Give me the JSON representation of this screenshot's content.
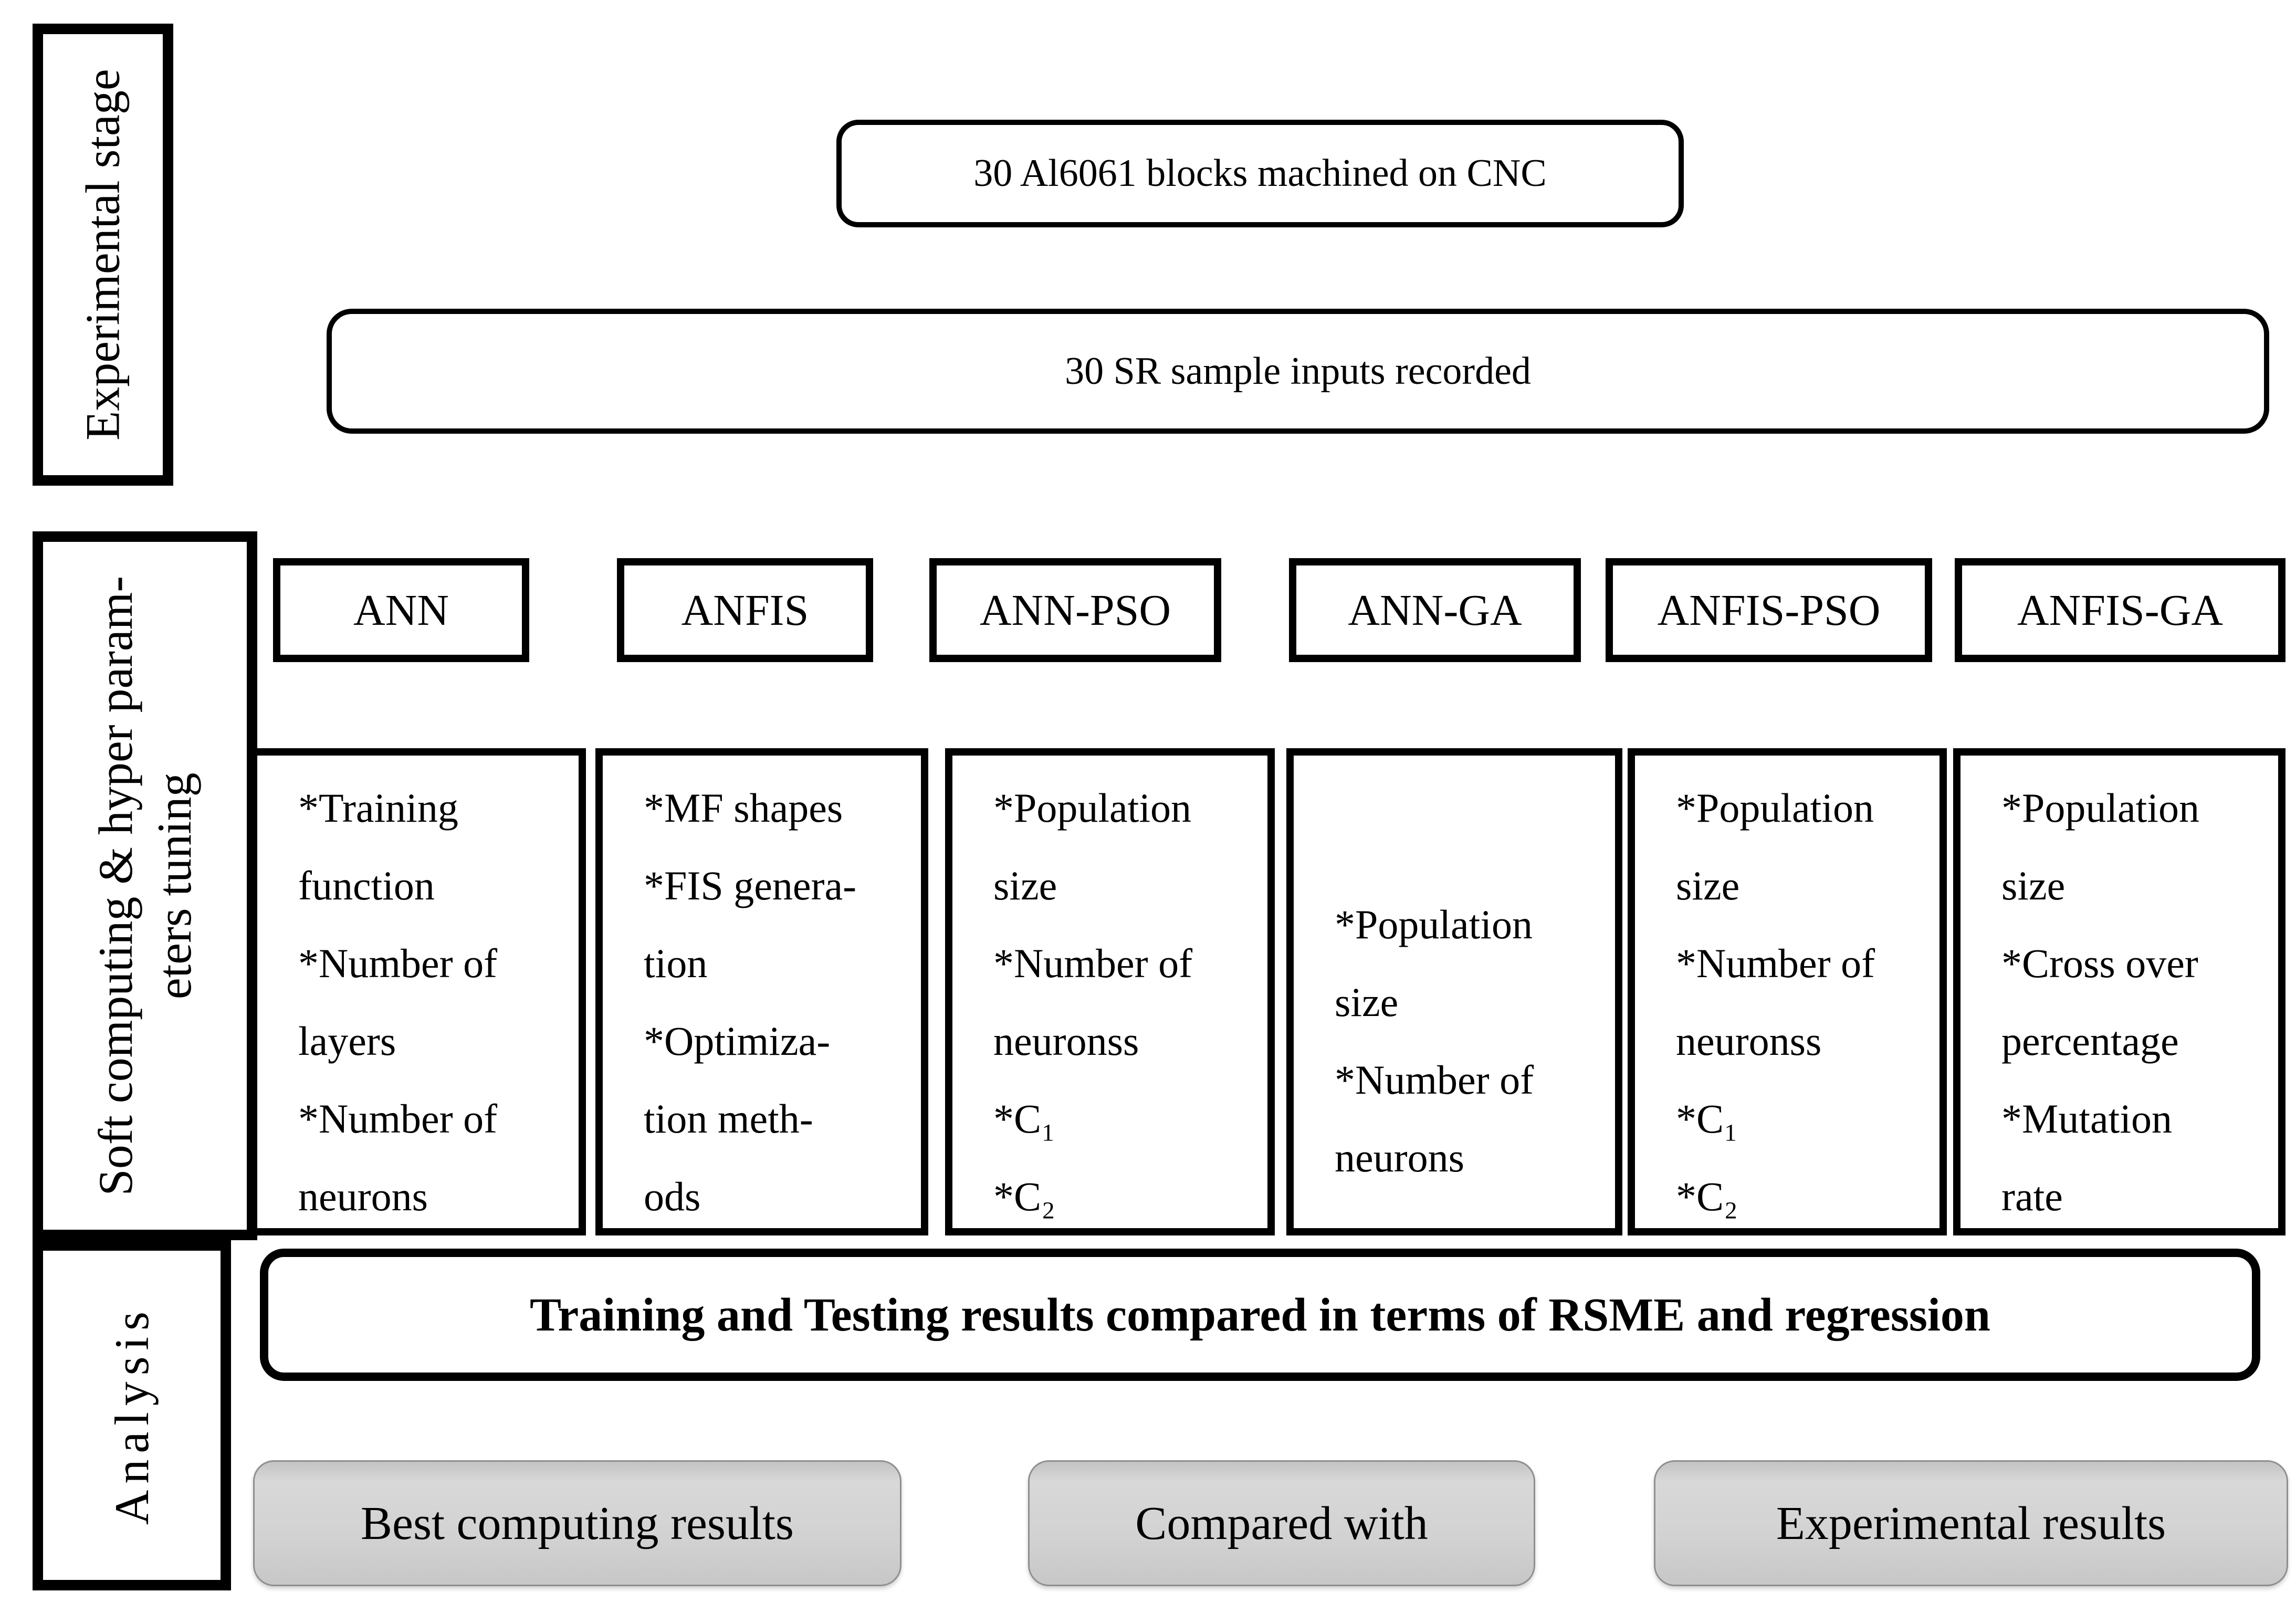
{
  "figure": {
    "stage1": {
      "label": "Experimental stage",
      "cnc_box": "30 Al6061 blocks machined on CNC",
      "sr_box": "30 SR sample inputs recorded"
    },
    "stage2": {
      "label_line1": "Soft computing & hyper param-",
      "label_line2": "eters tuning",
      "methods": [
        {
          "name": "ANN",
          "params": "*Training\nfunction\n*Number of\nlayers\n*Number of\nneurons"
        },
        {
          "name": "ANFIS",
          "params": "*MF shapes\n*FIS genera-\ntion\n*Optimiza-\ntion meth-\nods"
        },
        {
          "name": "ANN-PSO",
          "params": "*Population\nsize\n*Number of\nneuronss\n*C₁\n*C₂"
        },
        {
          "name": "ANN-GA",
          "params": "*Population\nsize\n*Number of\nneurons"
        },
        {
          "name": "ANFIS-PSO",
          "params": "*Population\nsize\n*Number of\nneuronss\n*C₁\n*C₂"
        },
        {
          "name": "ANFIS-GA",
          "params": "*Population\nsize\n*Cross over\npercentage\n*Mutation\nrate"
        }
      ]
    },
    "stage3": {
      "label": "Analysis",
      "compare_box": "Training and Testing results compared in terms of RSME and regression",
      "result_boxes": [
        "Best computing results",
        "Compared with",
        "Experimental results"
      ]
    },
    "colors": {
      "line": "#000000",
      "result_box_fill": "#d0d0d0",
      "result_box_border": "#8f8f8f",
      "background": "#ffffff"
    }
  }
}
